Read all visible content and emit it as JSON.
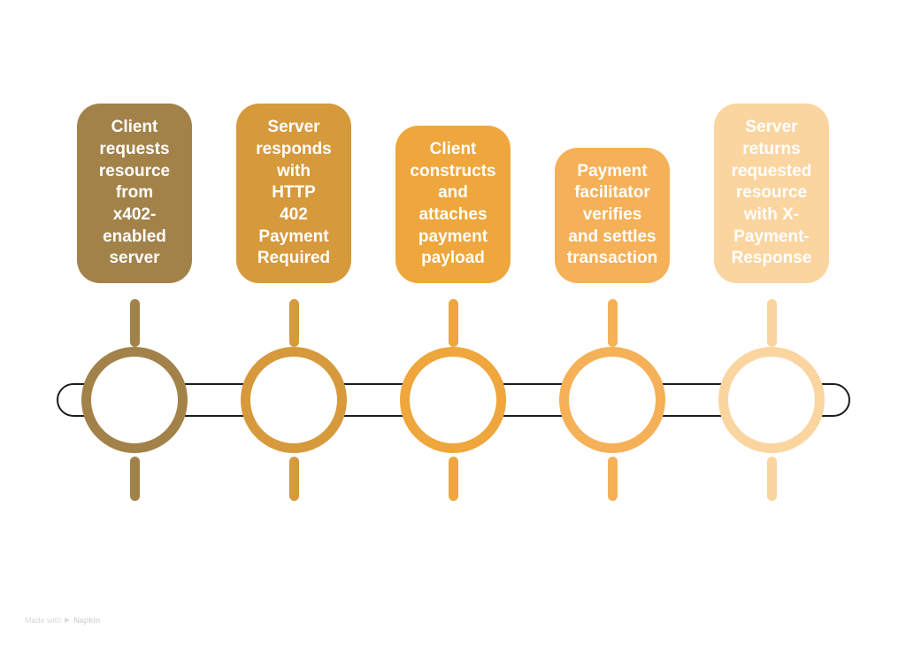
{
  "diagram": {
    "steps": [
      {
        "label": "Client\nrequests\nresource\nfrom\nx402-\nenabled\nserver",
        "color": "#A3824A"
      },
      {
        "label": "Server\nresponds\nwith\nHTTP\n402\nPayment\nRequired",
        "color": "#D6993C"
      },
      {
        "label": "Client\nconstructs\nand\nattaches\npayment\npayload",
        "color": "#EEA63D"
      },
      {
        "label": "Payment\nfacilitator\nverifies\nand settles\ntransaction",
        "color": "#F6B057"
      },
      {
        "label": "Server\nreturns\nrequested\nresource\nwith X-\nPayment-\nResponse",
        "color": "#FBD5A0"
      }
    ],
    "timeline_outline_color": "#1C1C1C"
  },
  "watermark": {
    "made_with": "Made with",
    "brand": "Napkin",
    "color": "#D9D9D9"
  }
}
